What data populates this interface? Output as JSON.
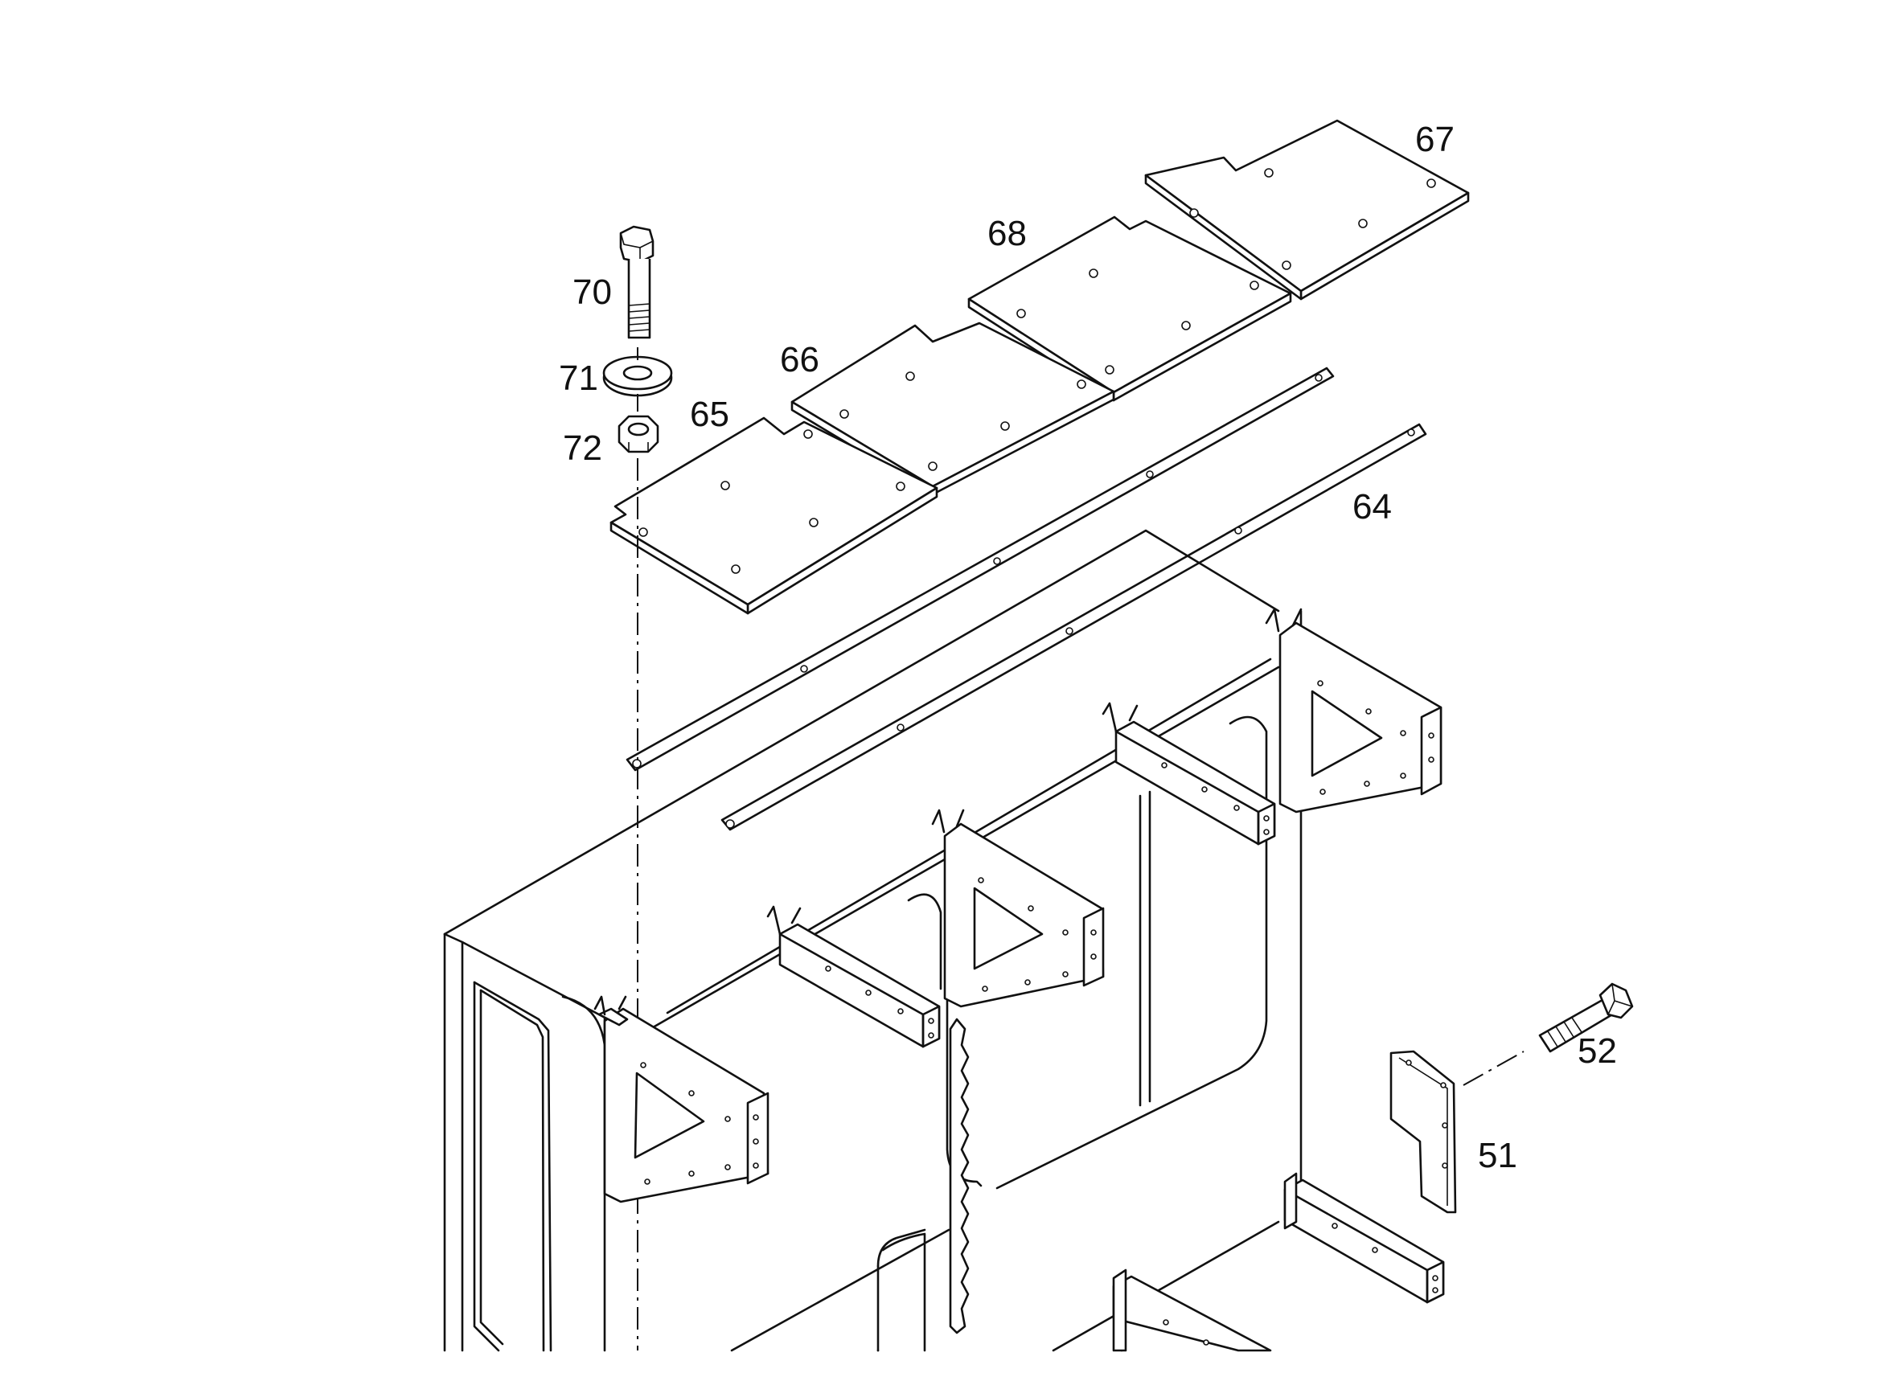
{
  "diagram": {
    "callouts": [
      {
        "id": "c67",
        "label": "67"
      },
      {
        "id": "c68",
        "label": "68"
      },
      {
        "id": "c70",
        "label": "70"
      },
      {
        "id": "c66",
        "label": "66"
      },
      {
        "id": "c71",
        "label": "71"
      },
      {
        "id": "c65",
        "label": "65"
      },
      {
        "id": "c72",
        "label": "72"
      },
      {
        "id": "c64",
        "label": "64"
      },
      {
        "id": "c52",
        "label": "52"
      },
      {
        "id": "c51",
        "label": "51"
      }
    ]
  }
}
